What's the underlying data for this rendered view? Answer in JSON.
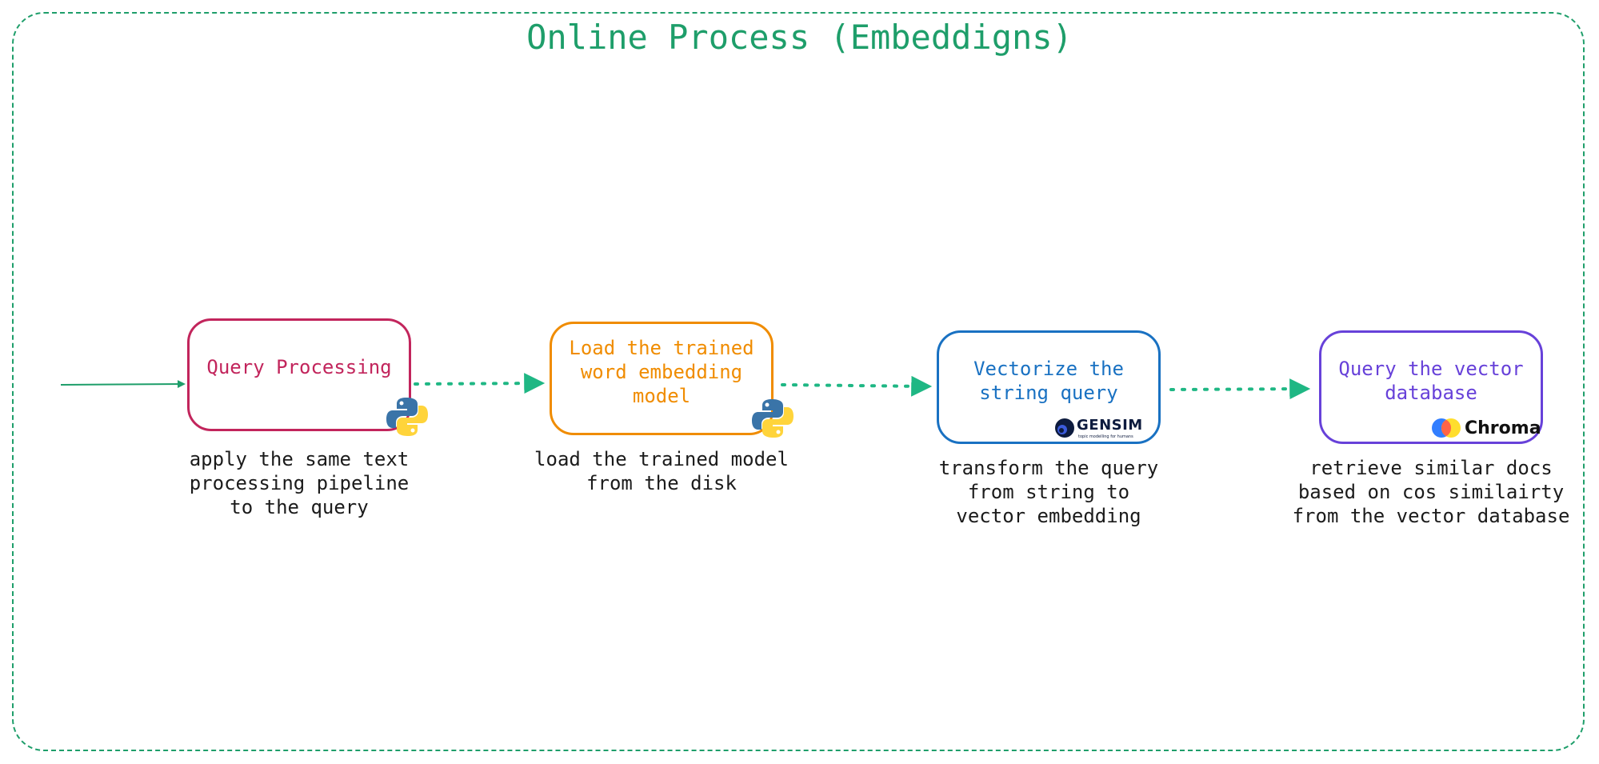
{
  "title": "Online Process (Embeddigns)",
  "colors": {
    "frame": "#1e9e6a",
    "arrow": "#1fb784",
    "step1": "#c2255c",
    "step2": "#f08c00",
    "step3": "#1971c2",
    "step4": "#6741d9",
    "caption": "#1b1b1b"
  },
  "steps": [
    {
      "label": "Query Processing",
      "caption": "apply the same text\nprocessing pipeline\nto the query",
      "icon": "python-icon"
    },
    {
      "label": "Load the trained\nword embedding\nmodel",
      "caption": "load the trained model\nfrom the disk",
      "icon": "python-icon"
    },
    {
      "label": "Vectorize the\nstring query",
      "caption": "transform the query\nfrom string to\nvector embedding",
      "icon": "gensim-logo"
    },
    {
      "label": "Query the vector\ndatabase",
      "caption": "retrieve similar docs\nbased on cos similairty\nfrom the vector database",
      "icon": "chroma-logo"
    }
  ],
  "logos": {
    "gensim": "GENSIM",
    "gensim_tagline": "topic modelling for humans",
    "chroma": "Chroma"
  }
}
